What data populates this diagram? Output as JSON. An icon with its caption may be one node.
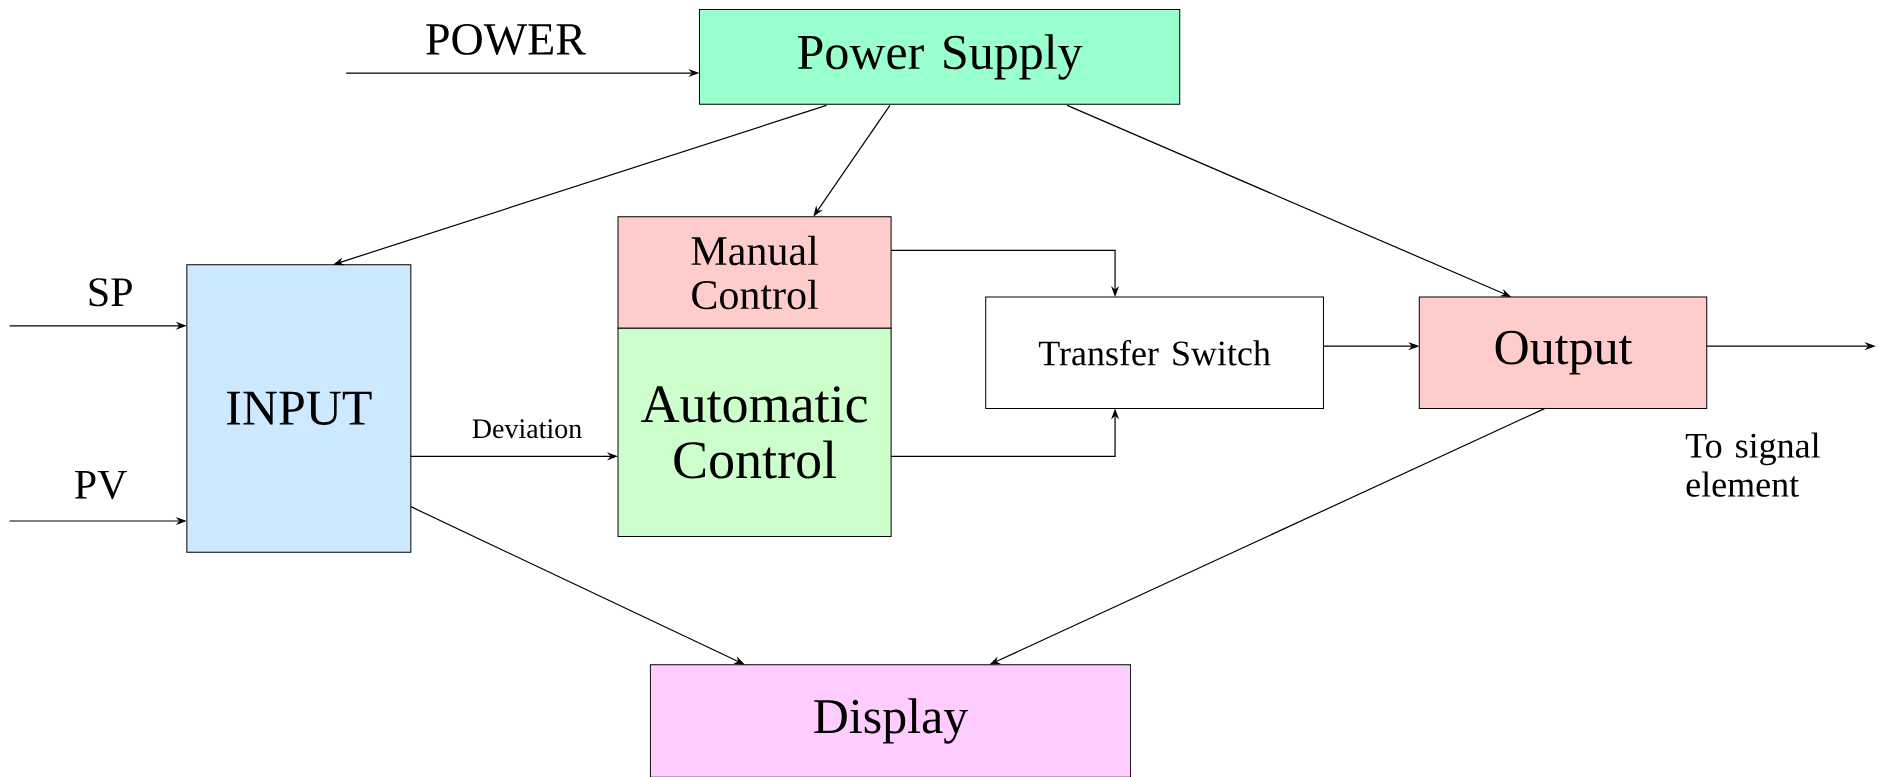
{
  "diagram": {
    "nodes": [
      {
        "text": [
          "Power Supply"
        ]
      },
      {
        "text": [
          "INPUT"
        ]
      },
      {
        "text": [
          "Manual Control"
        ]
      },
      {
        "text": [
          "Automatic Control"
        ]
      },
      {
        "text": [
          "Transfer Switch"
        ]
      },
      {
        "text": [
          "Output"
        ]
      },
      {
        "text": [
          "Display"
        ]
      }
    ],
    "edges": [
      {
        "from": null,
        "to": 0,
        "arrow": "to",
        "label": "POWER"
      },
      {
        "from": 0,
        "to": 1,
        "arrow": "to"
      },
      {
        "from": 0,
        "to": 2,
        "arrow": "to"
      },
      {
        "from": 0,
        "to": 5,
        "arrow": "to"
      },
      {
        "from": null,
        "to": 1,
        "arrow": "to",
        "label": "SP"
      },
      {
        "from": null,
        "to": 1,
        "arrow": "to",
        "label": "PV"
      },
      {
        "from": 1,
        "to": 3,
        "arrow": "to",
        "label": "Deviation"
      },
      {
        "from": 2,
        "to": 4,
        "arrow": "to"
      },
      {
        "from": 3,
        "to": 4,
        "arrow": "to"
      },
      {
        "from": 4,
        "to": 5,
        "arrow": "to"
      },
      {
        "from": 5,
        "to": null,
        "arrow": "to",
        "label": "To signal element"
      },
      {
        "from": 1,
        "to": 6,
        "arrow": "to"
      },
      {
        "from": 5,
        "to": 6,
        "arrow": "to"
      }
    ]
  }
}
